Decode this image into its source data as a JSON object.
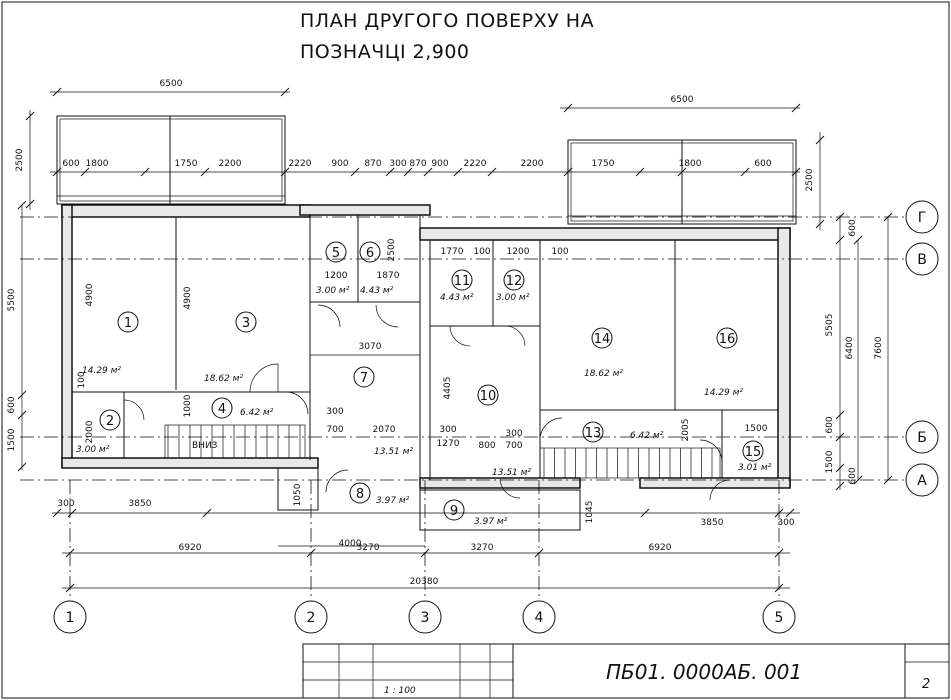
{
  "title": {
    "line1": "ПЛАН ДРУГОГО ПОВЕРХУ НА",
    "line2": "ПОЗНАЧЦІ 2,900"
  },
  "axes_horizontal": [
    "1",
    "2",
    "3",
    "4",
    "5"
  ],
  "axes_vertical": [
    "Г",
    "В",
    "Б",
    "А"
  ],
  "rooms": [
    {
      "num": "1",
      "area": "14.29 м²"
    },
    {
      "num": "2",
      "area": "3.00 м²"
    },
    {
      "num": "3",
      "area": "18.62 м²"
    },
    {
      "num": "4",
      "area": "6.42 м²"
    },
    {
      "num": "5",
      "area": "3.00 м²"
    },
    {
      "num": "6",
      "area": "4.43 м²"
    },
    {
      "num": "7",
      "area": "13.51 м²"
    },
    {
      "num": "8",
      "area": "3.97 м²"
    },
    {
      "num": "9",
      "area": "3.97 м²"
    },
    {
      "num": "10",
      "area": "13.51 м²"
    },
    {
      "num": "11",
      "area": "4.43 м²"
    },
    {
      "num": "12",
      "area": "3.00 м²"
    },
    {
      "num": "13",
      "area": "6.42 м²"
    },
    {
      "num": "14",
      "area": "18.62 м²"
    },
    {
      "num": "15",
      "area": "3.01 м²"
    },
    {
      "num": "16",
      "area": "14.29 м²"
    }
  ],
  "dimensions": {
    "top_left_balcony": "6500",
    "top_right_balcony": "6500",
    "top_chain": [
      "600",
      "1800",
      "1750",
      "2200",
      "2220",
      "900",
      "870",
      "300",
      "870",
      "900",
      "2220",
      "2200",
      "1750",
      "1800",
      "600"
    ],
    "balcony_depth_left": "2500",
    "balcony_depth_right": "2500",
    "left_chain": [
      "5500",
      "600",
      "1500"
    ],
    "right_chain": [
      "600",
      "5505",
      "600",
      "1500",
      "600"
    ],
    "right_total_1": "6400",
    "right_total_2": "7600",
    "inner": [
      "4900",
      "4900",
      "1200",
      "1870",
      "2500",
      "1770",
      "100",
      "1200",
      "100",
      "3070",
      "4405",
      "1000",
      "100",
      "2000",
      "300",
      "700",
      "2070",
      "300",
      "1270",
      "800",
      "300",
      "700",
      "2005",
      "1500",
      "1050",
      "1045"
    ],
    "bottom_row1": [
      "300",
      "3850",
      "3850",
      "300"
    ],
    "bottom_row2": [
      "6920",
      "4000",
      "3270",
      "3270",
      "6920"
    ],
    "bottom_total": "20380"
  },
  "stair_label": "ВНИЗ",
  "stamp": {
    "code": "ПБ01.    0000АБ.    001",
    "scale": "1 : 100",
    "sheet": "2"
  }
}
